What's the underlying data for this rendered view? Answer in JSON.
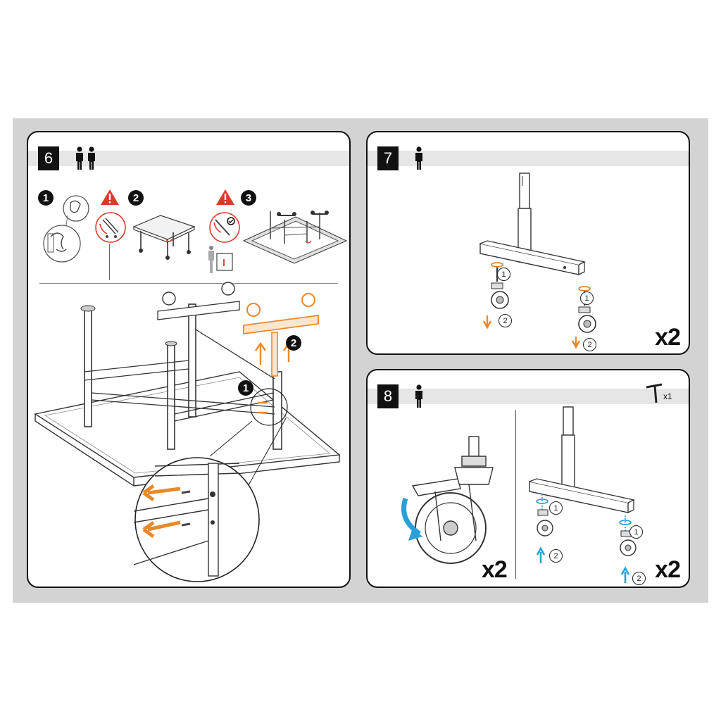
{
  "colors": {
    "sheet_background": "#d3d3d3",
    "orange_highlight": "#e8892b",
    "blue_arrow": "#2a9fd8",
    "warning_red": "#d93a2b"
  },
  "icons": {
    "person": "person-icon",
    "warning": "warning-triangle-icon",
    "tool": "t-handle-wrench-icon"
  },
  "step6": {
    "number": "6",
    "people": 2,
    "substeps": [
      "1",
      "2",
      "3"
    ],
    "callouts": [
      "1",
      "2"
    ]
  },
  "step7": {
    "number": "7",
    "people": 1,
    "callouts": [
      "1",
      "2",
      "1",
      "2"
    ],
    "multiplier": "x2"
  },
  "step8": {
    "number": "8",
    "people": 1,
    "tool_quantity": "x1",
    "callouts": [
      "1",
      "2",
      "1",
      "2"
    ],
    "left_multiplier": "x2",
    "right_multiplier": "x2"
  }
}
